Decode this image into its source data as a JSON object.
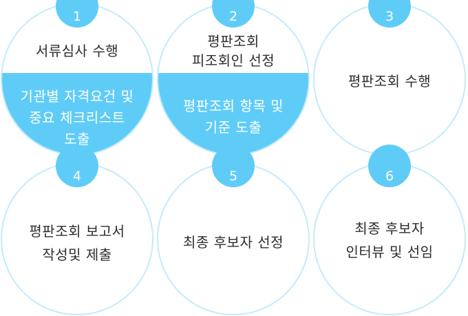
{
  "steps": [
    {
      "number": "1",
      "top_lines": [
        "서류심사 수행"
      ],
      "bottom_lines": [
        "기관별 자격요건 및",
        "중요 체크리스트",
        "도출"
      ]
    },
    {
      "number": "2",
      "top_lines": [
        "평판조회",
        "피조회인 선정"
      ],
      "bottom_lines": [
        "평판조회 항목 및",
        "기준 도출"
      ]
    },
    {
      "number": "3",
      "lines": [
        "평판조회  수행"
      ]
    },
    {
      "number": "4",
      "lines": [
        "평판조회  보고서",
        "작성및 제출"
      ]
    },
    {
      "number": "5",
      "lines": [
        "최종 후보자 선정"
      ]
    },
    {
      "number": "6",
      "lines": [
        "최종 후보자",
        "인터뷰 및 선임"
      ]
    }
  ],
  "colors": {
    "accent": "#5fccf7",
    "ring": "#c2ebfb",
    "text": "#2c2c2c"
  }
}
